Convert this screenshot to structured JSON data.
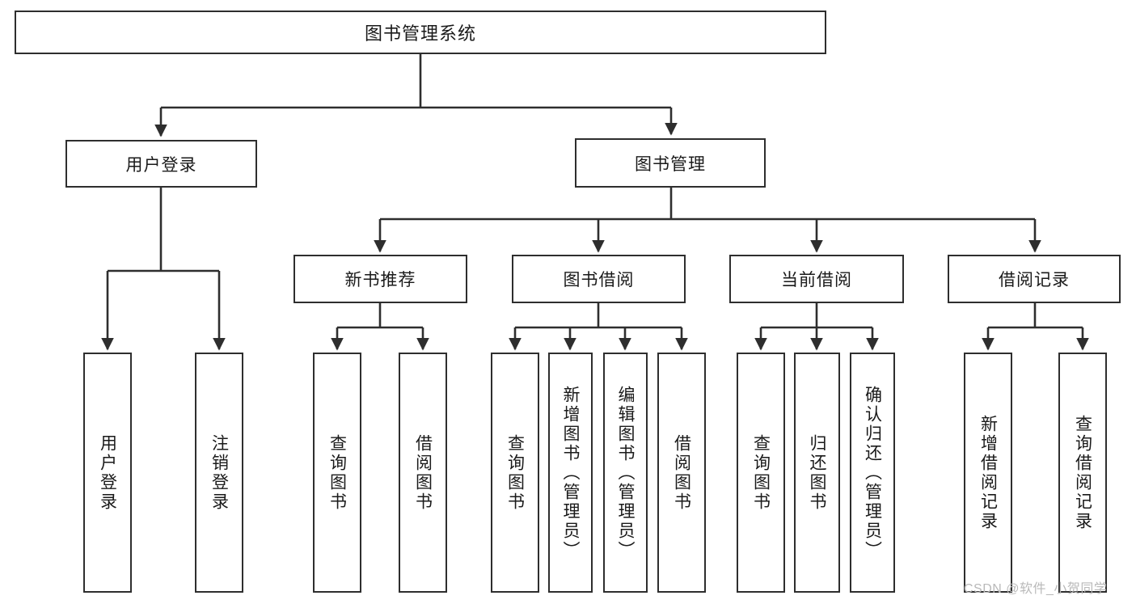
{
  "diagram": {
    "title": "图书管理系统",
    "type": "tree-structure-chart",
    "root": {
      "label": "图书管理系统"
    },
    "level1": [
      {
        "label": "用户登录"
      },
      {
        "label": "图书管理"
      }
    ],
    "level2": [
      {
        "label": "新书推荐"
      },
      {
        "label": "图书借阅"
      },
      {
        "label": "当前借阅"
      },
      {
        "label": "借阅记录"
      }
    ],
    "leaves": {
      "user_login": [
        {
          "label": "用户登录"
        },
        {
          "label": "注销登录"
        }
      ],
      "new_book_recommend": [
        {
          "label": "查询图书"
        },
        {
          "label": "借阅图书"
        }
      ],
      "book_borrow": [
        {
          "label": "查询图书"
        },
        {
          "label": "新增图书（管理员）"
        },
        {
          "label": "编辑图书（管理员）"
        },
        {
          "label": "借阅图书"
        }
      ],
      "current_borrow": [
        {
          "label": "查询图书"
        },
        {
          "label": "归还图书"
        },
        {
          "label": "确认归还（管理员）"
        }
      ],
      "borrow_record": [
        {
          "label": "新增借阅记录"
        },
        {
          "label": "查询借阅记录"
        }
      ]
    }
  },
  "watermark": {
    "text": "CSDN @软件_小贺同学"
  },
  "colors": {
    "stroke": "#2e2e2e",
    "background": "#ffffff",
    "text": "#1a1a1a",
    "watermark": "#b9b9b9"
  }
}
